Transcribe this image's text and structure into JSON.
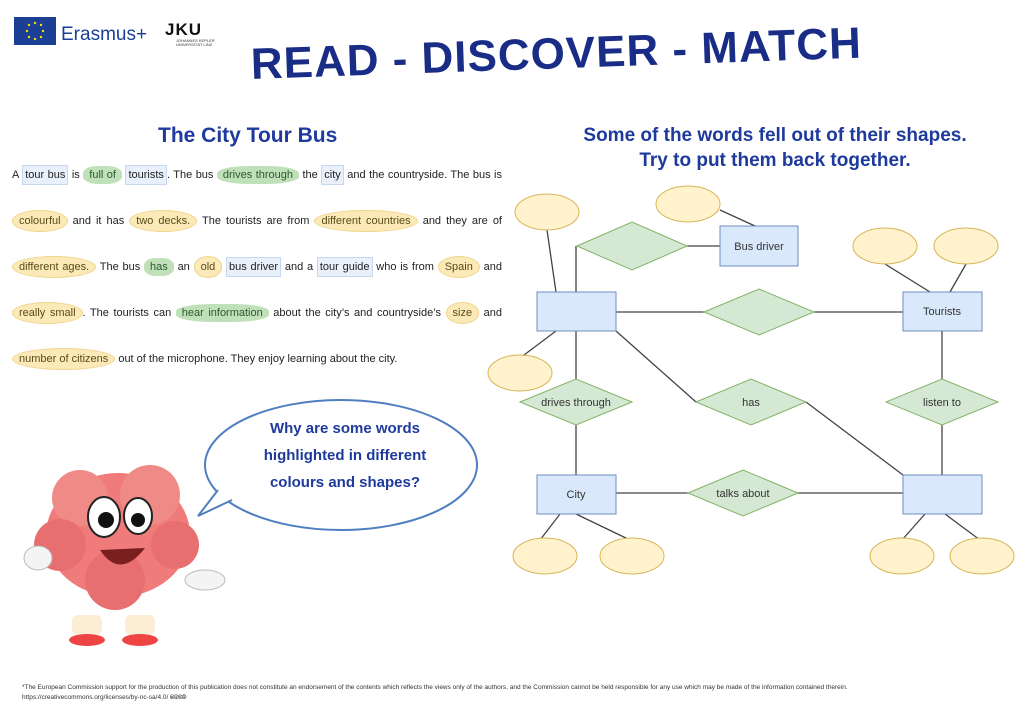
{
  "header": {
    "erasmus": "Erasmus+",
    "jku": "JKU",
    "jku_sub": "JOHANNES KEPLER UNIVERSITÄT LINZ",
    "title": "READ - DISCOVER - MATCH"
  },
  "story": {
    "title": "The City Tour Bus",
    "segments": [
      [
        "t",
        "A "
      ],
      [
        "box",
        "tour bus"
      ],
      [
        "t",
        " is "
      ],
      [
        "dia",
        "full of"
      ],
      [
        "t",
        " "
      ],
      [
        "box",
        "tourists"
      ],
      [
        "t",
        ". The bus "
      ],
      [
        "dia",
        "drives through"
      ],
      [
        "t",
        " the "
      ],
      [
        "box",
        "city"
      ],
      [
        "t",
        " and the countryside. The bus is "
      ],
      [
        "ell",
        "colourful"
      ],
      [
        "t",
        " and it has "
      ],
      [
        "ell",
        "two decks."
      ],
      [
        "t",
        " The tourists are from "
      ],
      [
        "ell",
        "different countries"
      ],
      [
        "t",
        " and they are of "
      ],
      [
        "ell",
        "different ages."
      ],
      [
        "t",
        " The bus "
      ],
      [
        "dia",
        "has"
      ],
      [
        "t",
        " an "
      ],
      [
        "ell",
        "old"
      ],
      [
        "t",
        " "
      ],
      [
        "box",
        "bus driver"
      ],
      [
        "t",
        " and a "
      ],
      [
        "box",
        "tour guide"
      ],
      [
        "t",
        " who is from "
      ],
      [
        "ell",
        "Spain"
      ],
      [
        "t",
        " and "
      ],
      [
        "ell",
        "really small"
      ],
      [
        "t",
        ". The tourists can "
      ],
      [
        "dia",
        "hear information"
      ],
      [
        "t",
        " about the city’s and countryside’s "
      ],
      [
        "ell",
        "size"
      ],
      [
        "t",
        " and "
      ],
      [
        "ell",
        "number of citizens"
      ],
      [
        "t",
        " out of the microphone. They enjoy learning about the city."
      ]
    ]
  },
  "bubble": {
    "text": "Why are some words highlighted in different colours and shapes?"
  },
  "instructions": {
    "line1": "Some of the words fell out of their shapes.",
    "line2": "Try to put them back together."
  },
  "diagram": {
    "bus_driver": "Bus driver",
    "tourists": "Tourists",
    "city": "City",
    "drives_through": "drives through",
    "has": "has",
    "listen_to": "listen to",
    "talks_about": "talks about"
  },
  "colors": {
    "entity": "#dae8fc",
    "relation": "#d5e8d4",
    "attribute": "#fff2cc",
    "title": "#1a2d86"
  },
  "footer": {
    "disclaimer": "*The European Commission support for the production of this publication does not constitute an endorsement of the contents which reflects the views only of the authors, and the Commission cannot be held responsible for any use which may be made of the information contained therein.",
    "license": "https://creativecommons.org/licenses/by-nc-sa/4.0/  🅭🅯🄏🄎"
  }
}
